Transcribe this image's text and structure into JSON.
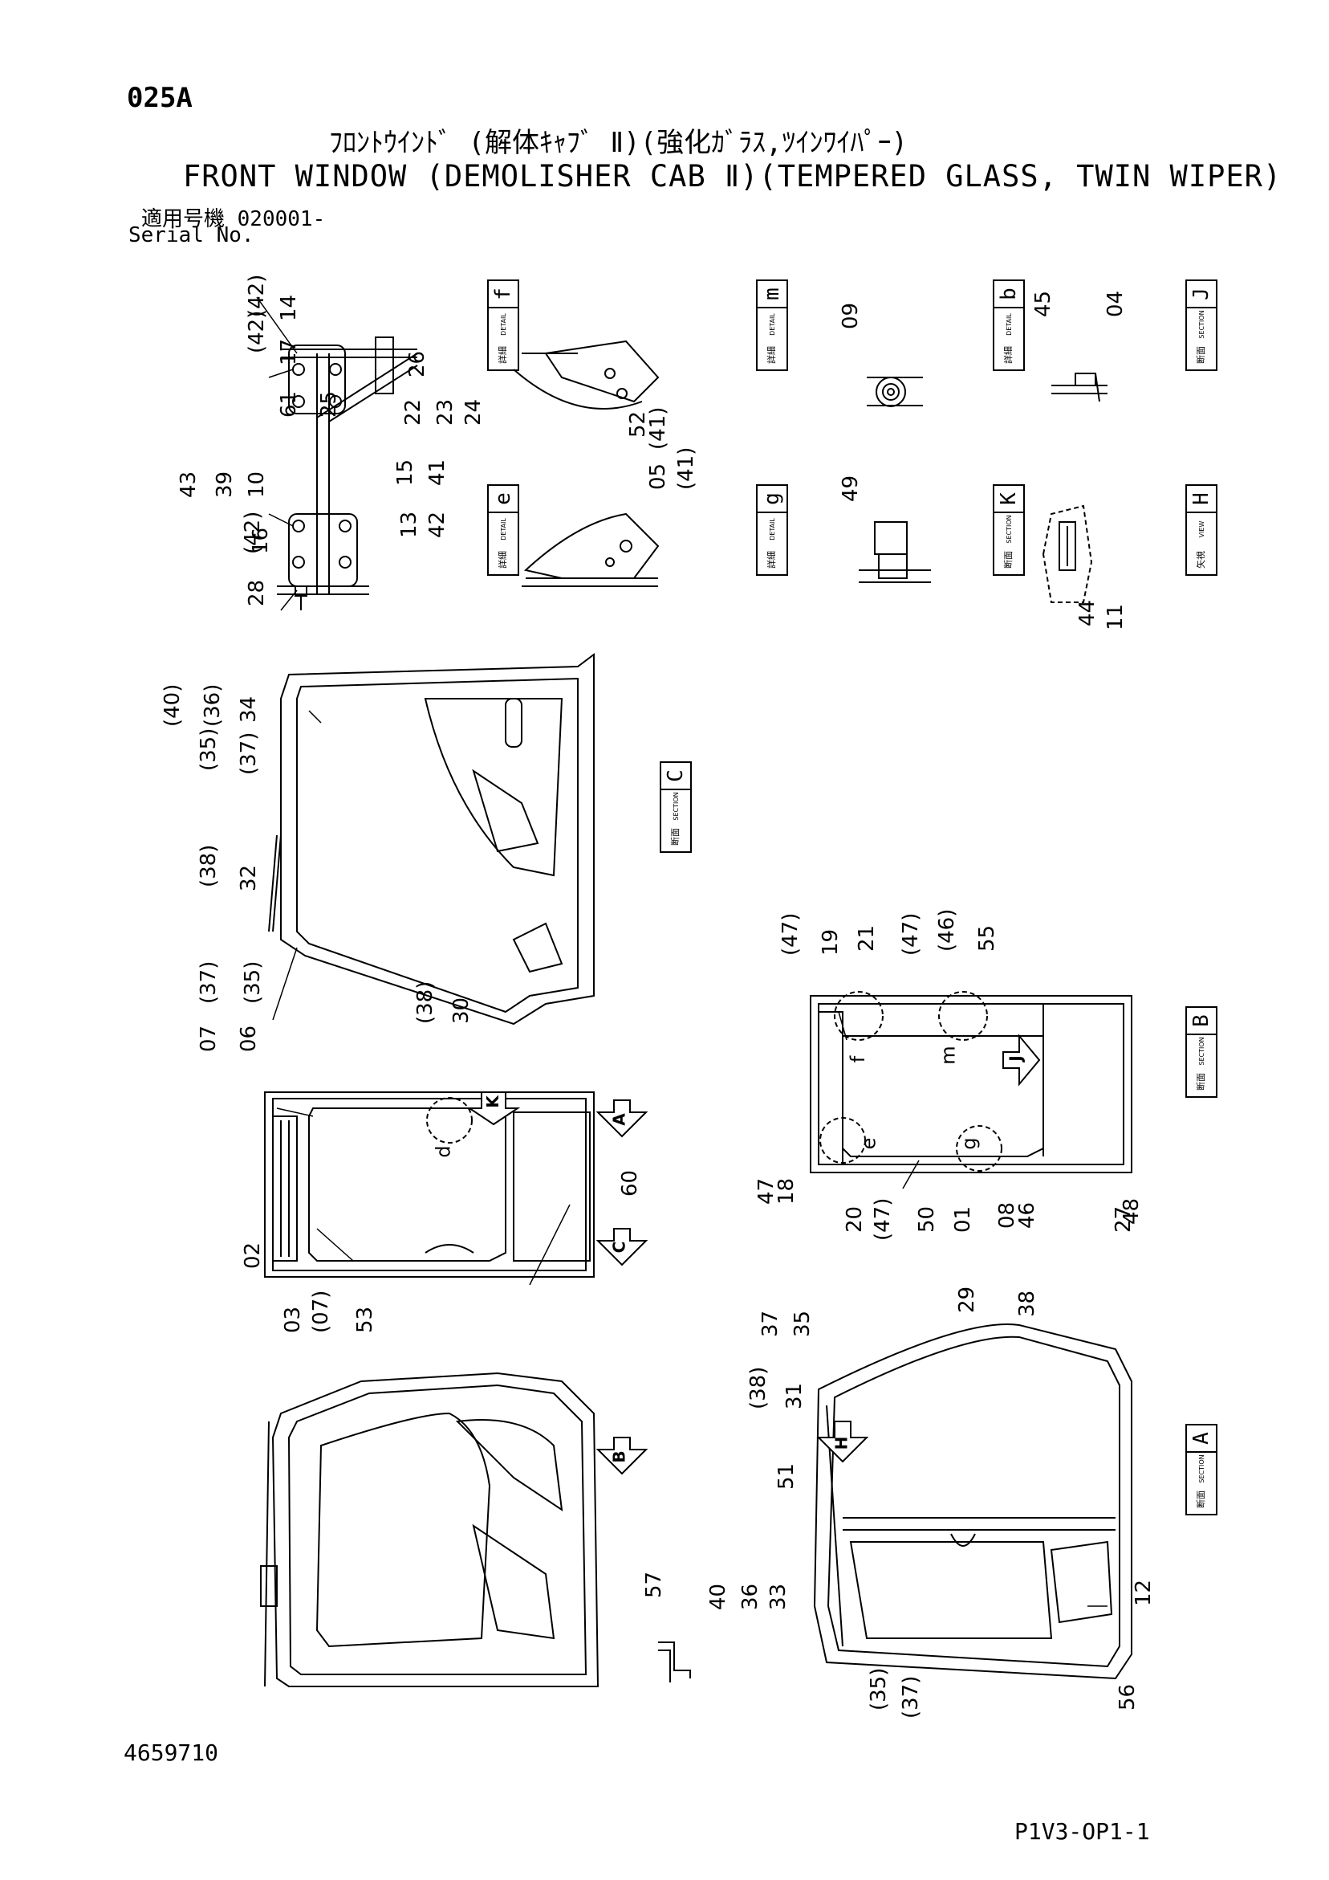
{
  "header": {
    "page_code": "025A",
    "title_jp": "ﾌﾛﾝﾄｳｲﾝﾄﾞ (解体ｷｬﾌﾞ Ⅱ)(強化ｶﾞﾗｽ,ﾂｲﾝﾜｲﾊﾟｰ)",
    "title_en": "FRONT WINDOW (DEMOLISHER CAB Ⅱ)(TEMPERED GLASS, TWIN WIPER)",
    "serial_jp": "適用号機  020001-",
    "serial_en": "Serial No."
  },
  "footer": {
    "doc_no": "4659710",
    "page_ref": "P1V3-OP1-1"
  },
  "view_labels": [
    {
      "jp": "詳細",
      "en": "DETAIL",
      "letter": "f"
    },
    {
      "jp": "詳細",
      "en": "DETAIL",
      "letter": "m"
    },
    {
      "jp": "詳細",
      "en": "DETAIL",
      "letter": "b"
    },
    {
      "jp": "断面",
      "en": "SECTION",
      "letter": "J"
    },
    {
      "jp": "詳細",
      "en": "DETAIL",
      "letter": "e"
    },
    {
      "jp": "詳細",
      "en": "DETAIL",
      "letter": "g"
    },
    {
      "jp": "断面",
      "en": "SECTION",
      "letter": "K"
    },
    {
      "jp": "矢視",
      "en": "VIEW",
      "letter": "H"
    },
    {
      "jp": "断面",
      "en": "SECTION",
      "letter": "C"
    },
    {
      "jp": "断面",
      "en": "SECTION",
      "letter": "B"
    },
    {
      "jp": "断面",
      "en": "SECTION",
      "letter": "A"
    }
  ],
  "callouts": [
    "(42)",
    "14",
    "(42)",
    "17",
    "61",
    "25",
    "22",
    "23",
    "24",
    "26",
    "43",
    "39",
    "10",
    "(42)",
    "16",
    "28",
    "15",
    "13",
    "41",
    "42",
    "52",
    "(41)",
    "05",
    "(41)",
    "09",
    "49",
    "45",
    "04",
    "44",
    "11",
    "(40)",
    "(36)",
    "34",
    "(35)",
    "(37)",
    "(38)",
    "32",
    "(37)",
    "(35)",
    "(38)",
    "30",
    "07",
    "06",
    "02",
    "03",
    "(07)",
    "53",
    "60",
    "(47)",
    "19",
    "21",
    "(47)",
    "(46)",
    "55",
    "47",
    "18",
    "20",
    "(47)",
    "50",
    "01",
    "08",
    "46",
    "27",
    "48",
    "37",
    "35",
    "29",
    "38",
    "(38)",
    "31",
    "51",
    "40",
    "36",
    "33",
    "(35)",
    "(37)",
    "12",
    "56",
    "57"
  ],
  "markers": [
    "f",
    "m",
    "d",
    "e",
    "g"
  ],
  "arrow_letters": [
    "J",
    "K",
    "A",
    "C",
    "B",
    "H"
  ]
}
